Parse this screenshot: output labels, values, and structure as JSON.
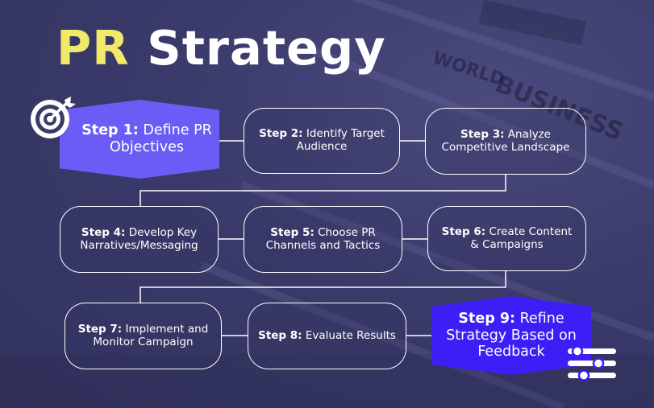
{
  "title": {
    "highlight": "PR",
    "rest": "Strategy"
  },
  "steps": [
    {
      "label": "Step 1:",
      "text": "Define PR Objectives"
    },
    {
      "label": "Step 2:",
      "text": "Identify Target Audience"
    },
    {
      "label": "Step 3:",
      "text": "Analyze Competitive Landscape"
    },
    {
      "label": "Step 4:",
      "text": "Develop Key Narratives/Messaging"
    },
    {
      "label": "Step 5:",
      "text": "Choose PR Channels and Tactics"
    },
    {
      "label": "Step 6:",
      "text": "Create Content & Campaigns"
    },
    {
      "label": "Step 7:",
      "text": "Implement and Monitor Campaign"
    },
    {
      "label": "Step 8:",
      "text": "Evaluate Results"
    },
    {
      "label": "Step 9:",
      "text": "Refine Strategy Based on Feedback"
    }
  ],
  "background_text": [
    "WORLD",
    "BUSINESS"
  ],
  "colors": {
    "title_accent": "#f1e96a",
    "start_step": "#6b5cf5",
    "final_step": "#3d1ff5",
    "background": "#3a3a6b"
  },
  "icons": [
    "target-icon",
    "sliders-icon"
  ]
}
